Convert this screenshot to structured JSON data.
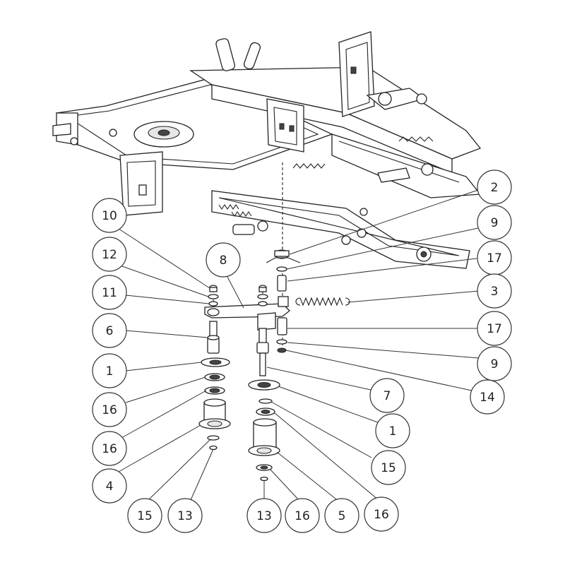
{
  "callouts": [
    {
      "id": "c1",
      "label": "10"
    },
    {
      "id": "c2",
      "label": "12"
    },
    {
      "id": "c3",
      "label": "11"
    },
    {
      "id": "c4",
      "label": "6"
    },
    {
      "id": "c5",
      "label": "1"
    },
    {
      "id": "c6",
      "label": "16"
    },
    {
      "id": "c7",
      "label": "16"
    },
    {
      "id": "c8",
      "label": "4"
    },
    {
      "id": "c9",
      "label": "15"
    },
    {
      "id": "c10",
      "label": "13"
    },
    {
      "id": "c11",
      "label": "8"
    },
    {
      "id": "c12",
      "label": "13"
    },
    {
      "id": "c13",
      "label": "16"
    },
    {
      "id": "c14",
      "label": "5"
    },
    {
      "id": "c15",
      "label": "16"
    },
    {
      "id": "c16",
      "label": "15"
    },
    {
      "id": "c17",
      "label": "1"
    },
    {
      "id": "c18",
      "label": "7"
    },
    {
      "id": "c19",
      "label": "2"
    },
    {
      "id": "c20",
      "label": "9"
    },
    {
      "id": "c21",
      "label": "17"
    },
    {
      "id": "c22",
      "label": "3"
    },
    {
      "id": "c23",
      "label": "17"
    },
    {
      "id": "c24",
      "label": "9"
    },
    {
      "id": "c25",
      "label": "14"
    }
  ]
}
